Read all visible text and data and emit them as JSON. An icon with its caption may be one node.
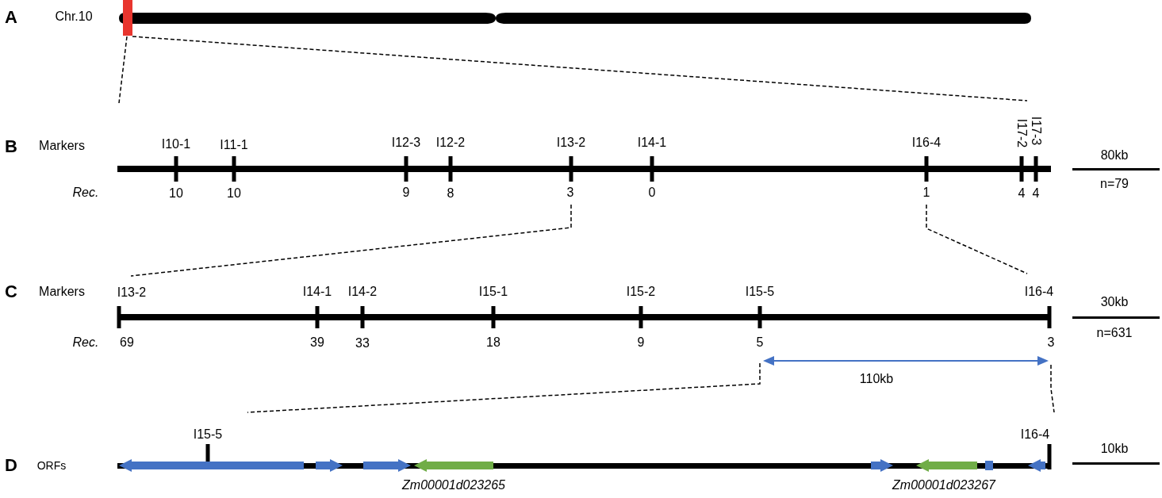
{
  "diagram": {
    "labels": [
      "A",
      "Chr.10",
      "B",
      "Markers",
      "I10-1",
      "I11-1",
      "I12-3",
      "I12-2",
      "I13-2",
      "I14-1",
      "I16-4",
      "I17-2",
      "I17-3",
      "80kb",
      "Rec.",
      "10",
      "10",
      "9",
      "8",
      "3",
      "0",
      "1",
      "4",
      "4",
      "n=79",
      "C",
      "Markers",
      "I13-2",
      "I14-1",
      "I14-2",
      "I15-1",
      "I15-2",
      "I15-5",
      "I16-4",
      "30kb",
      "Rec.",
      "69",
      "39",
      "33",
      "18",
      "9",
      "5",
      "3",
      "n=631",
      "110kb",
      "I15-5",
      "I16-4",
      "D",
      "ORFs",
      "10kb",
      "Zm00001d023265",
      "Zm00001d023267"
    ]
  }
}
